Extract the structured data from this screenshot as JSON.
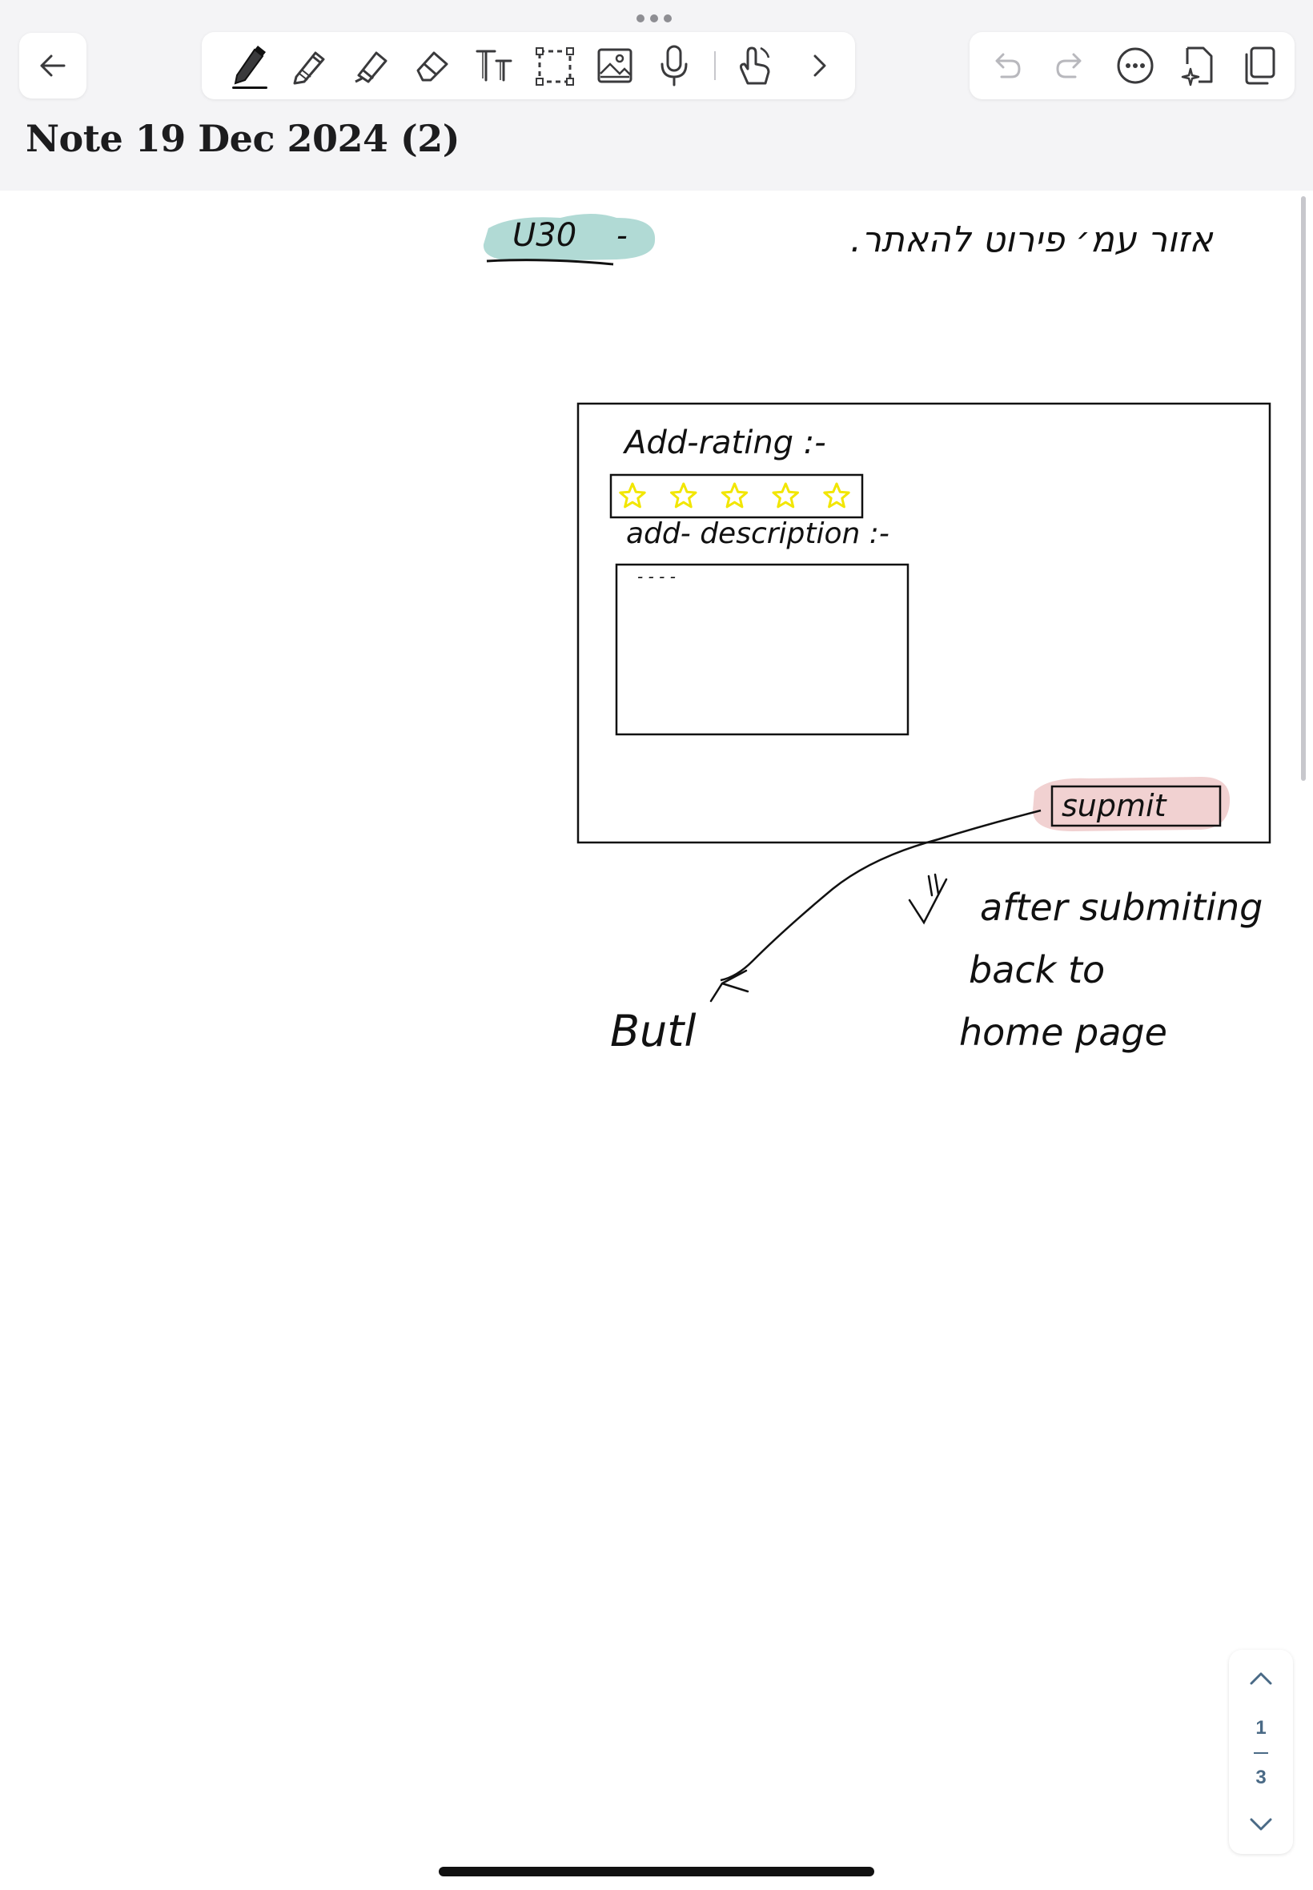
{
  "toolbar": {
    "grip_icon": "more-horizontal-icon",
    "back_icon": "arrow-left-icon",
    "tools": [
      {
        "name": "pen-icon",
        "selected": true
      },
      {
        "name": "pencil-icon"
      },
      {
        "name": "highlighter-icon"
      },
      {
        "name": "eraser-icon"
      },
      {
        "name": "text-icon"
      },
      {
        "name": "lasso-select-icon"
      },
      {
        "name": "image-icon"
      },
      {
        "name": "microphone-icon"
      },
      {
        "name": "touch-draw-icon"
      },
      {
        "name": "chevron-right-icon"
      }
    ],
    "right_tools": [
      "undo-icon",
      "redo-icon",
      "more-icon",
      "new-page-icon",
      "pages-icon"
    ]
  },
  "note": {
    "title": "Note 19 Dec 2024 (2)"
  },
  "sketch": {
    "tag_label": "U30",
    "tag_dash": "-",
    "tag_color": "#a9d6d0",
    "hebrew_heading": "אזור עמ׳ פירוט להאתר.",
    "rating_label": "Add-rating :-",
    "stars_count": 5,
    "star_color": "#f2e600",
    "description_label": "add- description :-",
    "description_placeholder": "- - - -",
    "submit_label": "supmit",
    "submit_highlight": "#efc9c9",
    "arrow_target_label": "Butl",
    "note_line1": "after submiting",
    "note_line2": "back to",
    "note_line3": "home page"
  },
  "pager": {
    "current": "1",
    "total": "3",
    "up_icon": "chevron-up-icon",
    "down_icon": "chevron-down-icon"
  }
}
